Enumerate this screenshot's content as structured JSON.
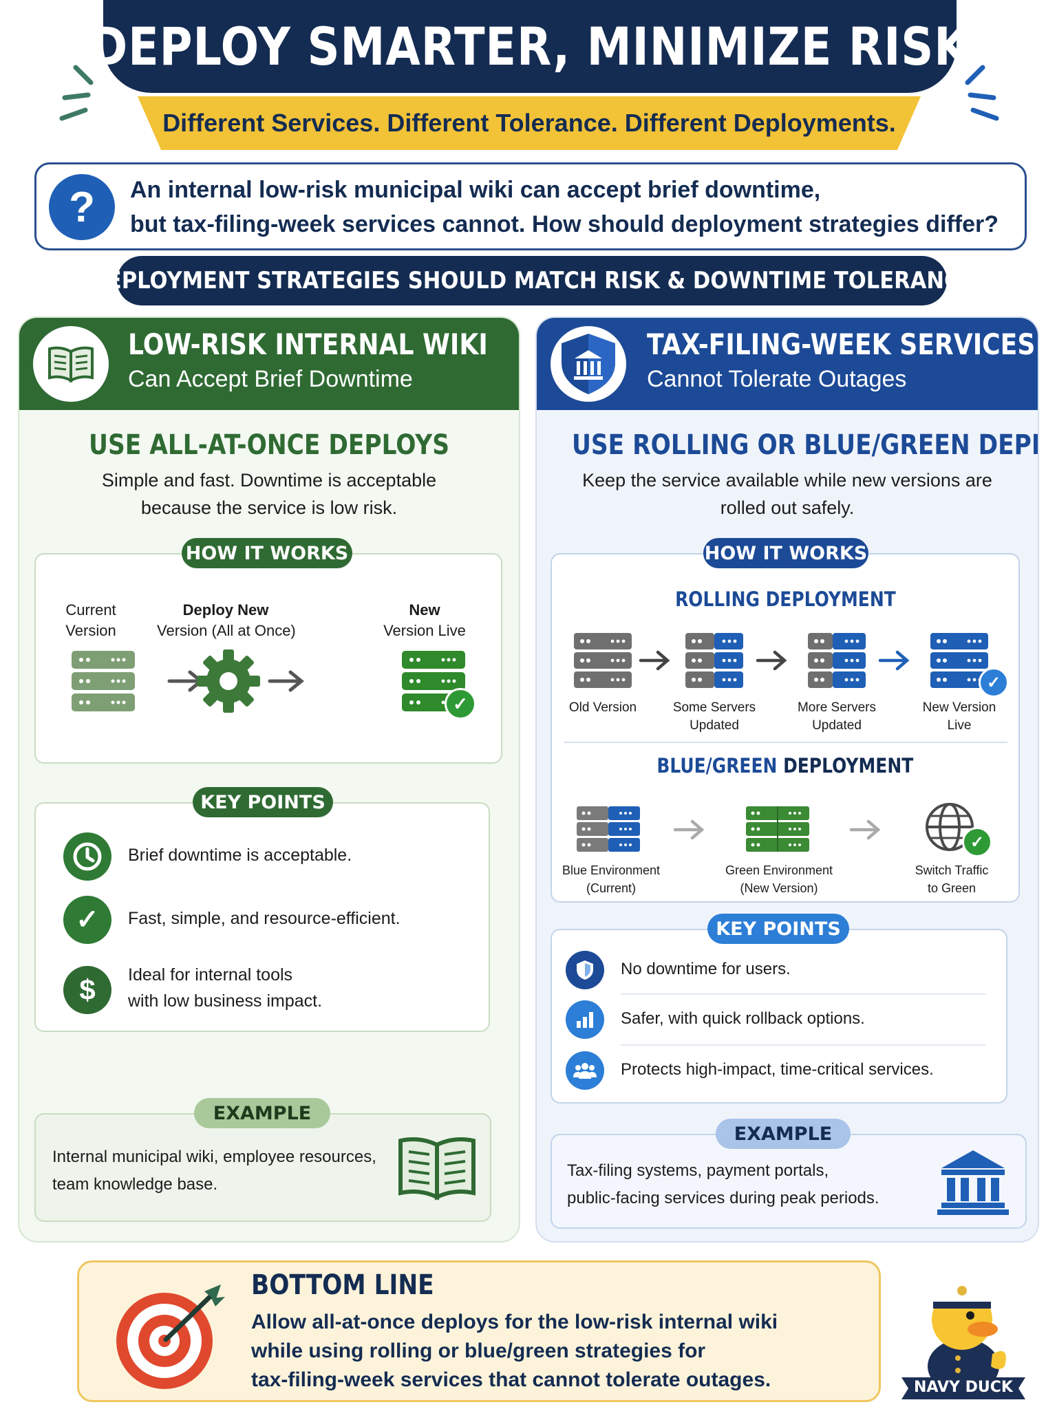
{
  "header": {
    "title": "DEPLOY SMARTER, MINIMIZE RISK",
    "subtitle": "Different Services. Different Tolerance. Different Deployments."
  },
  "question": {
    "icon": "question-icon",
    "line1": "An internal low-risk municipal wiki can accept brief downtime,",
    "line2": "but tax-filing-week services cannot. How should deployment strategies differ?"
  },
  "strategy_banner": "DEPLOYMENT STRATEGIES SHOULD MATCH RISK & DOWNTIME TOLERANCE",
  "left": {
    "title": "LOW-RISK INTERNAL WIKI",
    "subtitle": "Can Accept Brief Downtime",
    "heading": "USE ALL-AT-ONCE DEPLOYS",
    "desc1": "Simple and fast. Downtime is acceptable",
    "desc2": "because the service is low risk.",
    "how_label": "HOW IT WORKS",
    "steps": [
      {
        "line1": "Current",
        "line2": "Version"
      },
      {
        "line1": "Deploy New",
        "line2": "Version (All at Once)"
      },
      {
        "line1": "New",
        "line2": "Version Live"
      }
    ],
    "key_label": "KEY POINTS",
    "points": [
      {
        "icon": "clock-icon",
        "line1": "Brief downtime is acceptable.",
        "line2": ""
      },
      {
        "icon": "check-icon",
        "line1": "Fast, simple, and resource-efficient.",
        "line2": ""
      },
      {
        "icon": "dollar-icon",
        "line1": "Ideal for internal tools",
        "line2": "with low business impact."
      }
    ],
    "example_label": "EXAMPLE",
    "example1": "Internal municipal wiki, employee resources,",
    "example2": "team knowledge base.",
    "accent": "#2f6a33"
  },
  "right": {
    "title": "TAX-FILING-WEEK SERVICES",
    "subtitle": "Cannot Tolerate Outages",
    "heading": "USE ROLLING OR BLUE/GREEN DEPLOYS",
    "desc1": "Keep the service available while new versions are",
    "desc2": "rolled out safely.",
    "how_label": "HOW IT WORKS",
    "rolling_title": "ROLLING DEPLOYMENT",
    "rolling_steps": [
      {
        "line1": "Old Version",
        "line2": ""
      },
      {
        "line1": "Some Servers",
        "line2": "Updated"
      },
      {
        "line1": "More Servers",
        "line2": "Updated"
      },
      {
        "line1": "New Version",
        "line2": "Live"
      }
    ],
    "bg_title_a": "BLUE/GREEN",
    "bg_title_b": " DEPLOYMENT",
    "bg_steps": [
      {
        "line1": "Blue Environment",
        "line2": "(Current)"
      },
      {
        "line1": "Green Environment",
        "line2": "(New Version)"
      },
      {
        "line1": "Switch Traffic",
        "line2": "to Green"
      }
    ],
    "key_label": "KEY POINTS",
    "points": [
      {
        "icon": "shield-icon",
        "text": "No downtime for users."
      },
      {
        "icon": "bar-chart-icon",
        "text": "Safer, with quick rollback options."
      },
      {
        "icon": "people-icon",
        "text": "Protects high-impact, time-critical services."
      }
    ],
    "example_label": "EXAMPLE",
    "example1": "Tax-filing systems, payment portals,",
    "example2": "public-facing services during peak periods.",
    "accent": "#1c4a97"
  },
  "bottom": {
    "title": "BOTTOM LINE",
    "line1": "Allow all-at-once deploys for the low-risk internal wiki",
    "line2": "while using rolling or blue/green strategies for",
    "line3": "tax-filing-week services that cannot tolerate outages."
  },
  "mascot": {
    "label": "NAVY DUCK"
  }
}
